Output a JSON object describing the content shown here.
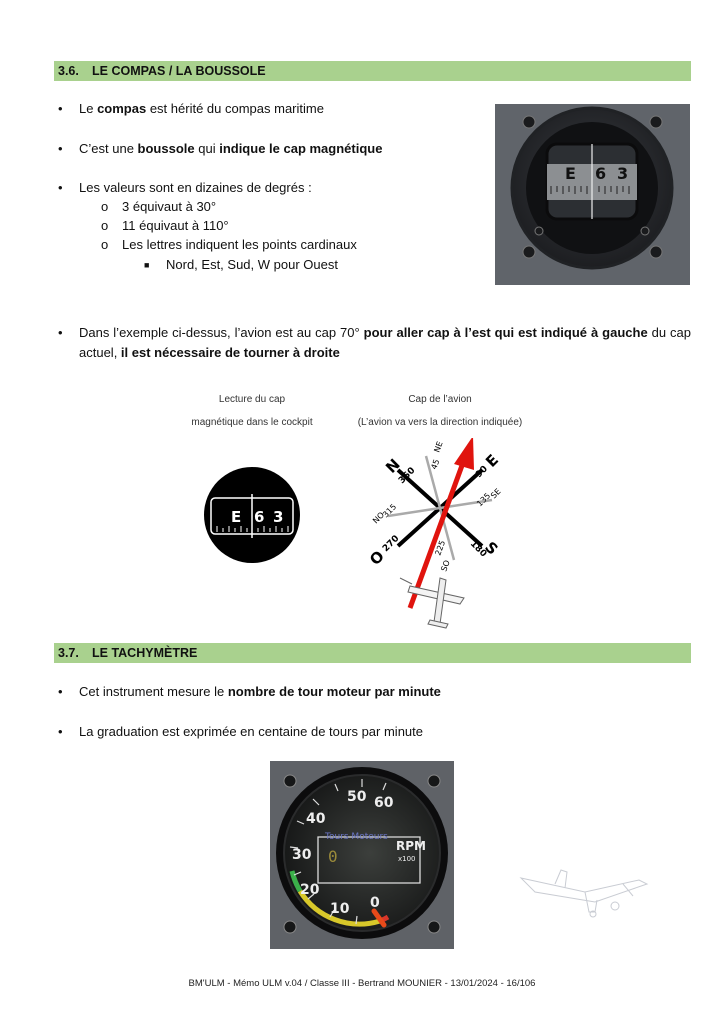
{
  "section1": {
    "number": "3.6.",
    "title": "LE COMPAS / LA BOUSSOLE",
    "b1_pre": "Le ",
    "b1_bold": "compas",
    "b1_post": " est hérité du compas maritime",
    "b2_pre": "C’est une ",
    "b2_bold1": "boussole",
    "b2_mid": " qui ",
    "b2_bold2": "indique le cap magnétique",
    "b3": "Les valeurs sont en dizaines de degrés :",
    "sub1": "3 équivaut à 30°",
    "sub2": "11 équivaut à 110°",
    "sub3": "Les lettres indiquent les points cardinaux",
    "subsub1": "Nord, Est, Sud, W pour Ouest",
    "p_pre": "Dans l’exemple ci-dessus, l’avion est au cap 70° ",
    "p_bold1": "pour aller cap à l’est qui est indiqué à gauche",
    "p_mid": " du cap actuel, ",
    "p_bold2": "il est nécessaire de tourner à droite"
  },
  "compass_photo": {
    "card": [
      "E",
      "6",
      "3"
    ]
  },
  "figure": {
    "left_caption1": "Lecture du cap",
    "left_caption2": "magnétique dans le cockpit",
    "right_caption1": "Cap de l’avion",
    "right_caption2": "(L’avion va vers la direction indiquée)",
    "dial": [
      "E",
      "6",
      "3"
    ],
    "rose": {
      "N": "N",
      "n360": "360",
      "n45": "45",
      "NE": "NE",
      "n90": "90",
      "E": "E",
      "n135": "135",
      "SE": "SE",
      "n180": "180",
      "S": "S",
      "n225": "225",
      "SO": "SO",
      "n270": "270",
      "O": "O",
      "n315": "315",
      "NO": "NO"
    }
  },
  "section2": {
    "number": "3.7.",
    "title": "LE TACHYMÈTRE",
    "b1_pre": "Cet instrument mesure le ",
    "b1_bold": "nombre de tour moteur par minute",
    "b2": "La graduation est exprimée en centaine de tours par minute"
  },
  "tachometer": {
    "scale": [
      "0",
      "10",
      "20",
      "30",
      "40",
      "50",
      "60"
    ],
    "label": "Tours Moteurs",
    "unit": "RPM",
    "multiplier": "x100",
    "counter": "0"
  },
  "footer": "BM'ULM - Mémo ULM v.04 / Classe III - Bertrand MOUNIER - 13/01/2024 - 16/106"
}
